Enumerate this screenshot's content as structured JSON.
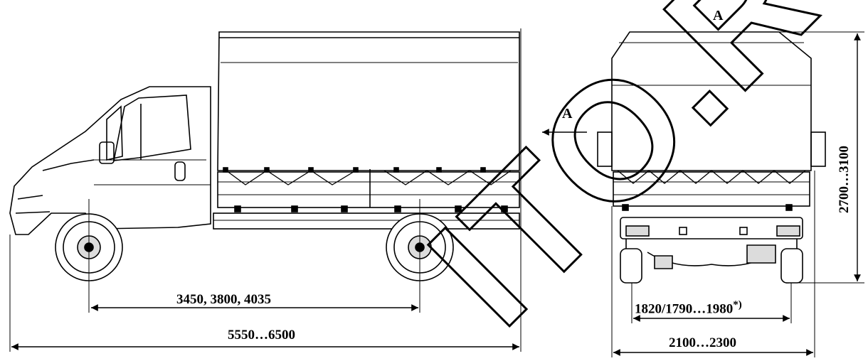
{
  "labels": {
    "view_a_title": "A",
    "view_a_arrow": "A",
    "wheelbase": "3450, 3800, 4035",
    "overall_length": "5550…6500",
    "track_width": "1820/1790…1980",
    "track_note_mark": "*)",
    "overall_width": "2100…2300",
    "overall_height": "2700…3100"
  },
  "watermark": {
    "text": "ITO.RU",
    "color": "#000000"
  },
  "colors": {
    "line": "#000000",
    "tarp_fill": "#ffffff",
    "shade": "#dcdcdc"
  }
}
